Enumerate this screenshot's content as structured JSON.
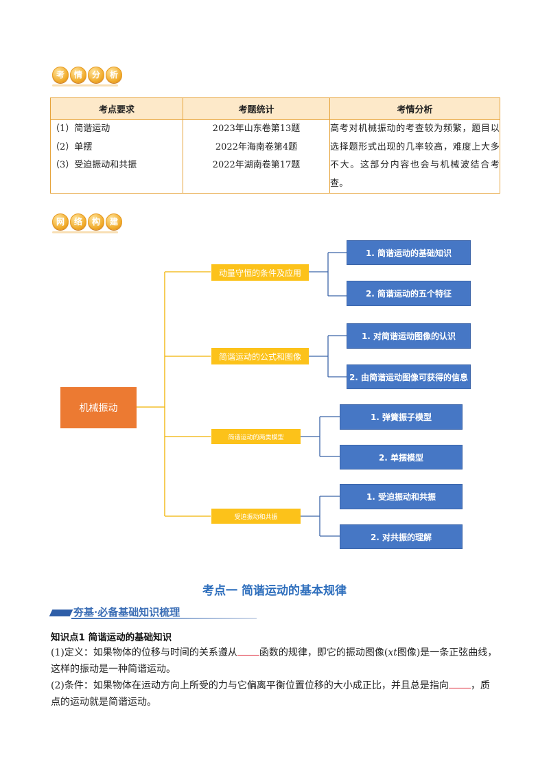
{
  "badge1": [
    "考",
    "情",
    "分",
    "析"
  ],
  "badge2": [
    "网",
    "络",
    "构",
    "建"
  ],
  "table": {
    "headers": [
      "考点要求",
      "考题统计",
      "考情分析"
    ],
    "requirements": [
      "（1）简谐运动",
      "（2）单摆",
      "（3）受迫振动和共振"
    ],
    "stats": [
      "2023年山东卷第13题",
      "2022年海南卷第4题",
      "2022年湖南卷第17题"
    ],
    "analysis": "高考对机械振动的考查较为频繁，题目以选择题形式出现的几率较高，难度上大多不大。这部分内容也会与机械波结合考查。"
  },
  "mindmap": {
    "root": "机械振动",
    "branches": [
      {
        "label": "动量守恒的条件及应用",
        "children": [
          "1. 简谐运动的基础知识",
          "2. 简谐运动的五个特征"
        ]
      },
      {
        "label": "简谐运动的公式和图像",
        "children": [
          "1. 对简谐运动图像的认识",
          "2. 由简谐运动图像可获得的信息"
        ]
      },
      {
        "label": "简谐运动的两类模型",
        "children": [
          "1. 弹簧振子模型",
          "2. 单摆模型"
        ]
      },
      {
        "label": "受迫振动和共振",
        "children": [
          "1. 受迫振动和共振",
          "2. 对共振的理解"
        ]
      }
    ]
  },
  "colors": {
    "root": "#ec7a32",
    "branch": "#fcc21a",
    "leaf": "#4677c5",
    "title": "#2f6fbd"
  },
  "section_title": "考点一  简谐运动的基本规律",
  "band_title": "夯基·必备基础知识梳理",
  "kp_title": "知识点1  简谐运动的基础知识",
  "para1": {
    "a": "(1)定义：如果物体的位移与时间的关系遵从",
    "b": "函数的规律，即它的振动图像(",
    "c": "xt",
    "d": "图像)是一条正弦曲线，这样的振动是一种简谐运动。"
  },
  "para2": {
    "a": "(2)条件：如果物体在运动方向上所受的力与它偏离平衡位置位移的大小成正比，并且总是指向",
    "b": "，质点的运动就是简谐运动。"
  }
}
